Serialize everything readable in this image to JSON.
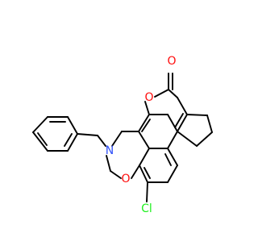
{
  "molecule": {
    "atom_labels": {
      "oxygen_carbonyl": "O",
      "oxygen_ring_ester": "O",
      "oxygen_ring_ether": "O",
      "nitrogen": "N",
      "chlorine": "Cl"
    },
    "colors": {
      "bond": "#000000",
      "oxygen": "#ff0d0d",
      "nitrogen": "#3050f8",
      "chlorine": "#1ff01f"
    }
  }
}
